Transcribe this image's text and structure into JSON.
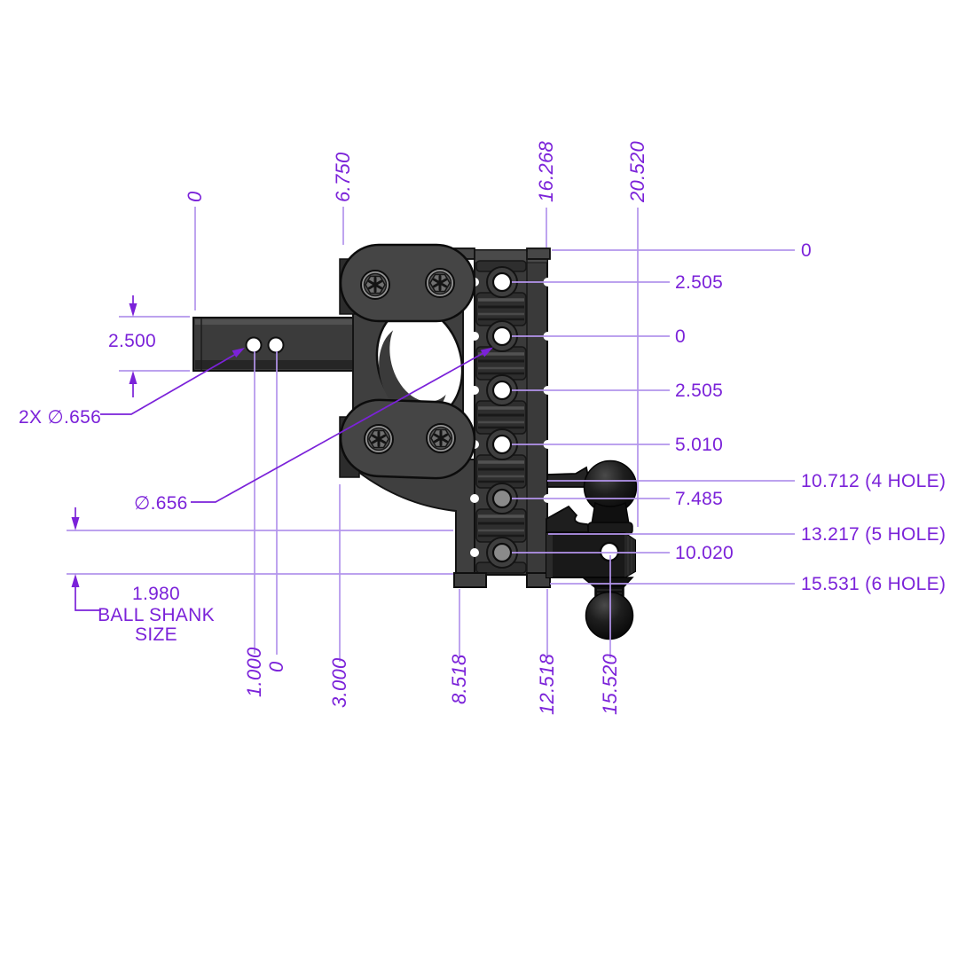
{
  "labels": {
    "top": [
      "0",
      "6.750",
      "16.268",
      "20.520"
    ],
    "bottom": [
      "1.000",
      "0",
      "3.000",
      "8.518",
      "12.518",
      "15.520"
    ],
    "right": [
      "0",
      "2.505",
      "0",
      "2.505",
      "5.010",
      "7.485",
      "10.020"
    ],
    "drops": [
      "10.712 (4 HOLE)",
      "13.217 (5 HOLE)",
      "15.531 (6 HOLE)"
    ],
    "shank_height": "2.500",
    "shank_holes_callout": "2X ∅.656",
    "track_hole_callout": "∅.656",
    "ball_shank": {
      "value": "1.980",
      "line2": "BALL SHANK",
      "line3": "SIZE"
    }
  },
  "colors": {
    "dimension_text": "#7B22D9",
    "dimension_line": "#B394EC",
    "part_gray": "#3d3d3d",
    "part_black": "#161616",
    "background": "#ffffff"
  }
}
